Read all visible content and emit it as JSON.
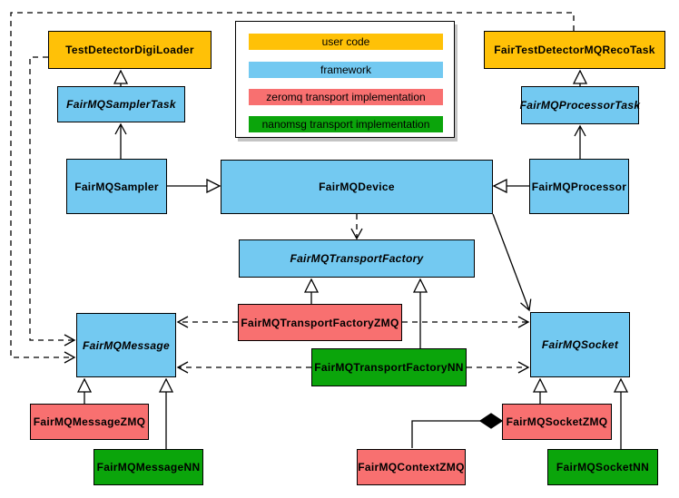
{
  "legend": {
    "items": [
      {
        "label": "user code",
        "color": "#FFC107"
      },
      {
        "label": "framework",
        "color": "#73C9F1"
      },
      {
        "label": "zeromq transport implementation",
        "color": "#F87070"
      },
      {
        "label": "nanomsg transport implementation",
        "color": "#0BA50B"
      }
    ]
  },
  "colors": {
    "user_code": "#FFC107",
    "framework": "#73C9F1",
    "zeromq": "#F87070",
    "nanomsg": "#0BA50B",
    "border": "#000000",
    "background": "#FFFFFF"
  },
  "nodes": {
    "digiLoader": {
      "label": "TestDetectorDigiLoader",
      "category": "user code",
      "abstract": false,
      "color": "#FFC107"
    },
    "samplerTask": {
      "label": "FairMQSamplerTask",
      "category": "framework",
      "abstract": true,
      "color": "#73C9F1"
    },
    "sampler": {
      "label": "FairMQSampler",
      "category": "framework",
      "abstract": false,
      "color": "#73C9F1"
    },
    "recoTask": {
      "label": "FairTestDetectorMQRecoTask",
      "category": "user code",
      "abstract": false,
      "color": "#FFC107"
    },
    "processorTask": {
      "label": "FairMQProcessorTask",
      "category": "framework",
      "abstract": true,
      "color": "#73C9F1"
    },
    "processor": {
      "label": "FairMQProcessor",
      "category": "framework",
      "abstract": false,
      "color": "#73C9F1"
    },
    "device": {
      "label": "FairMQDevice",
      "category": "framework",
      "abstract": false,
      "color": "#73C9F1"
    },
    "transportFactory": {
      "label": "FairMQTransportFactory",
      "category": "framework",
      "abstract": true,
      "color": "#73C9F1"
    },
    "transportFactoryZMQ": {
      "label": "FairMQTransportFactoryZMQ",
      "category": "zeromq transport implementation",
      "abstract": false,
      "color": "#F87070"
    },
    "transportFactoryNN": {
      "label": "FairMQTransportFactoryNN",
      "category": "nanomsg transport implementation",
      "abstract": false,
      "color": "#0BA50B"
    },
    "message": {
      "label": "FairMQMessage",
      "category": "framework",
      "abstract": true,
      "color": "#73C9F1"
    },
    "socket": {
      "label": "FairMQSocket",
      "category": "framework",
      "abstract": true,
      "color": "#73C9F1"
    },
    "messageZMQ": {
      "label": "FairMQMessageZMQ",
      "category": "zeromq transport implementation",
      "abstract": false,
      "color": "#F87070"
    },
    "messageNN": {
      "label": "FairMQMessageNN",
      "category": "nanomsg transport implementation",
      "abstract": false,
      "color": "#0BA50B"
    },
    "socketZMQ": {
      "label": "FairMQSocketZMQ",
      "category": "zeromq transport implementation",
      "abstract": false,
      "color": "#F87070"
    },
    "socketNN": {
      "label": "FairMQSocketNN",
      "category": "nanomsg transport implementation",
      "abstract": false,
      "color": "#0BA50B"
    },
    "contextZMQ": {
      "label": "FairMQContextZMQ",
      "category": "zeromq transport implementation",
      "abstract": false,
      "color": "#F87070"
    }
  },
  "connections": [
    {
      "from": "FairMQSamplerTask",
      "to": "TestDetectorDigiLoader",
      "type": "generalization"
    },
    {
      "from": "FairMQSampler",
      "to": "FairMQSamplerTask",
      "type": "open-arrow"
    },
    {
      "from": "FairMQSampler",
      "to": "FairMQDevice",
      "type": "generalization"
    },
    {
      "from": "FairMQProcessorTask",
      "to": "FairTestDetectorMQRecoTask",
      "type": "generalization"
    },
    {
      "from": "FairMQProcessor",
      "to": "FairMQProcessorTask",
      "type": "open-arrow"
    },
    {
      "from": "FairMQProcessor",
      "to": "FairMQDevice",
      "type": "generalization"
    },
    {
      "from": "FairMQDevice",
      "to": "FairMQTransportFactory",
      "type": "dashed-dependency"
    },
    {
      "from": "FairMQDevice",
      "to": "FairMQSocket",
      "type": "open-arrow"
    },
    {
      "from": "FairMQTransportFactoryZMQ",
      "to": "FairMQTransportFactory",
      "type": "generalization"
    },
    {
      "from": "FairMQTransportFactoryNN",
      "to": "FairMQTransportFactory",
      "type": "generalization"
    },
    {
      "from": "FairMQTransportFactoryZMQ",
      "to": "FairMQMessage",
      "type": "dashed-dependency"
    },
    {
      "from": "FairMQTransportFactoryZMQ",
      "to": "FairMQSocket",
      "type": "dashed-dependency"
    },
    {
      "from": "FairMQTransportFactoryNN",
      "to": "FairMQMessage",
      "type": "dashed-dependency"
    },
    {
      "from": "FairMQTransportFactoryNN",
      "to": "FairMQSocket",
      "type": "dashed-dependency"
    },
    {
      "from": "FairMQMessageZMQ",
      "to": "FairMQMessage",
      "type": "generalization"
    },
    {
      "from": "FairMQMessageNN",
      "to": "FairMQMessage",
      "type": "generalization"
    },
    {
      "from": "FairMQSocketZMQ",
      "to": "FairMQSocket",
      "type": "generalization"
    },
    {
      "from": "FairMQSocketNN",
      "to": "FairMQSocket",
      "type": "generalization"
    },
    {
      "from": "FairMQContextZMQ",
      "to": "FairMQSocketZMQ",
      "type": "composition"
    },
    {
      "from": "TestDetectorDigiLoader",
      "to": "FairMQMessage",
      "type": "dashed-dependency"
    },
    {
      "from": "FairTestDetectorMQRecoTask",
      "to": "FairMQMessage",
      "type": "dashed-dependency"
    }
  ]
}
